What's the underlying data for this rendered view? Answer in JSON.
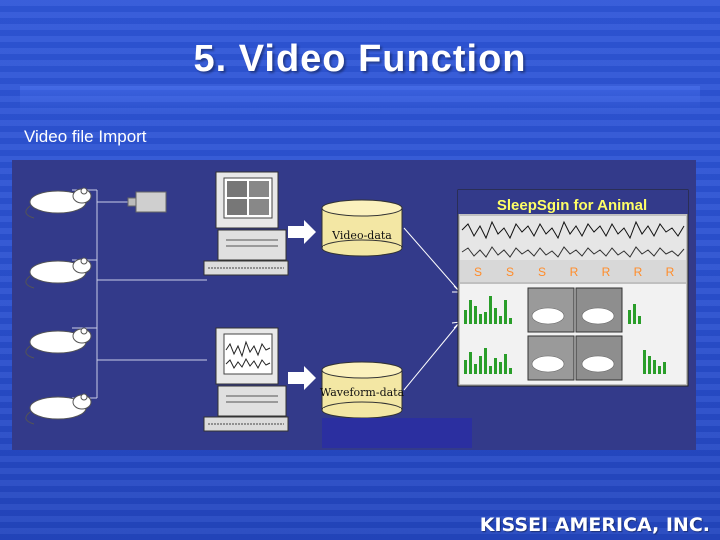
{
  "slide": {
    "title": "5. Video Function",
    "subtitle": "Video file Import",
    "footer_logo": "KISSEI AMERICA, INC."
  },
  "diagram": {
    "video_db_label": "Video-data",
    "waveform_db_label": "Waveform-data",
    "app_title": "SleepSgin for Animal",
    "stage_labels": [
      "S",
      "S",
      "S",
      "R",
      "R",
      "R",
      "R"
    ],
    "colors": {
      "background": "#333a8a",
      "app_title": "#ffff66",
      "stage_label": "#ff8c2a"
    }
  }
}
